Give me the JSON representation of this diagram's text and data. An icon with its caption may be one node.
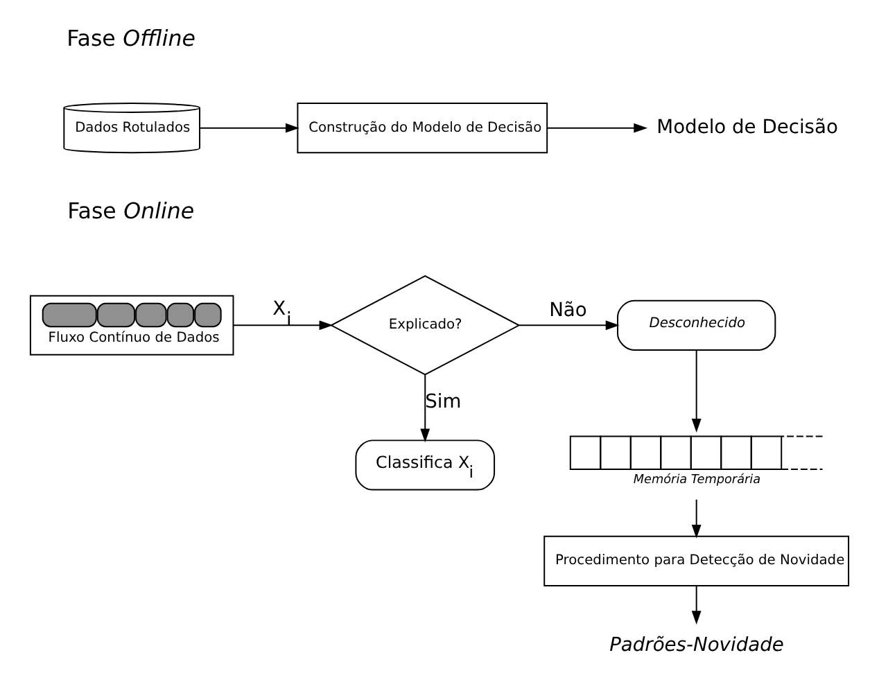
{
  "diagram": {
    "nodes": [
      {
        "text": [
          "Dados Rotulados"
        ]
      },
      {
        "text": [
          "Construção do Modelo de Decisão"
        ]
      },
      {
        "text": [
          "Modelo de Decisão"
        ]
      },
      {
        "text": [
          "Fluxo Contínuo de Dados"
        ]
      },
      {
        "text": [
          "Explicado?"
        ]
      },
      {
        "text": [
          "Desconhecido"
        ]
      },
      {
        "text": [
          "Classifica X$_{i}$"
        ]
      },
      {
        "text": [],
        "shape": "bar",
        "beside": [
          "Memória Temporária"
        ]
      },
      {
        "text": [
          "Procedimento para Detecção de Novidade"
        ]
      },
      {
        "text": [
          "Padrões-Novidade"
        ]
      }
    ],
    "edges": [
      {
        "from": 0,
        "to": 1,
        "arrow": "to"
      },
      {
        "from": 1,
        "to": 2,
        "arrow": "to"
      },
      {
        "from": 3,
        "to": 4,
        "arrow": "to",
        "label": "X$_{i}$"
      },
      {
        "from": 4,
        "to": 5,
        "arrow": "to",
        "label": "Não"
      },
      {
        "from": 4,
        "to": 6,
        "arrow": "to",
        "label": "Sim"
      },
      {
        "from": 5,
        "to": 7,
        "arrow": "to"
      },
      {
        "from": 7,
        "to": 8,
        "arrow": "to"
      },
      {
        "from": 8,
        "to": 9,
        "arrow": "to"
      }
    ],
    "labels": [
      "Fase *Offline*",
      "Fase *Online*"
    ]
  }
}
